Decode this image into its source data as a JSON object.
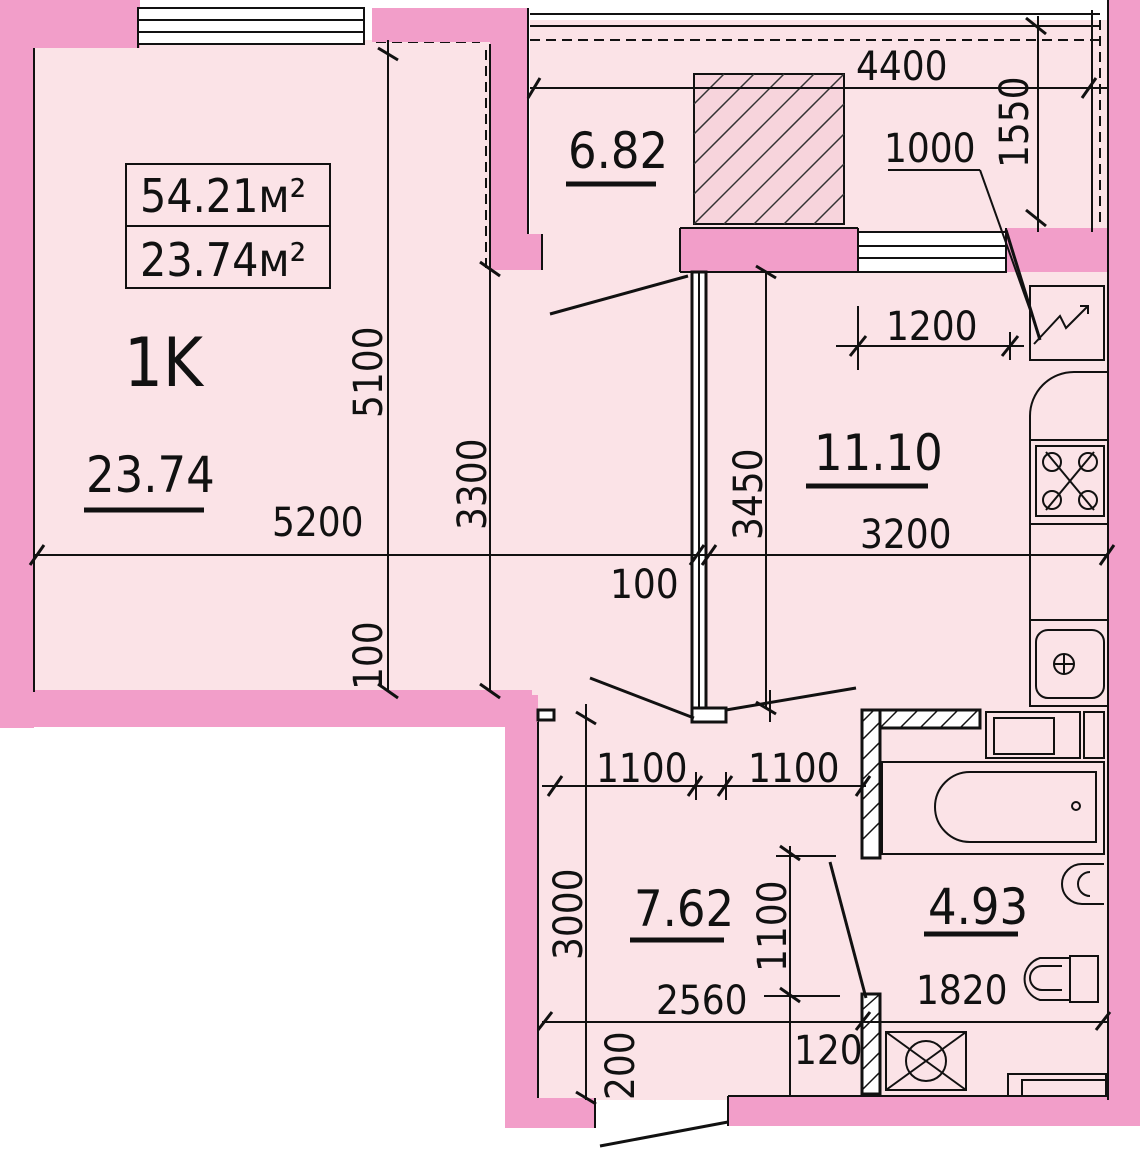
{
  "plan": {
    "apartment_type": "1K",
    "total_area": "54.21м²",
    "living_area": "23.74м²"
  },
  "rooms": {
    "living": "23.74",
    "balcony": "6.82",
    "kitchen": "11.10",
    "hall": "7.62",
    "bathroom": "4.93"
  },
  "dimensions": {
    "d4400": "4400",
    "d1550": "1550",
    "d1000": "1000",
    "d1200": "1200",
    "d5100": "5100",
    "d3300": "3300",
    "d3450": "3450",
    "d5200": "5200",
    "d3200": "3200",
    "d100a": "100",
    "d100b": "100",
    "d1100a": "1100",
    "d1100b": "1100",
    "d3000": "3000",
    "d1100c": "1100",
    "d2560": "2560",
    "d1820": "1820",
    "d120": "120",
    "d200": "200"
  },
  "colors": {
    "wall": "#f29ec9",
    "floor": "#fbe3e7",
    "line": "#111111"
  },
  "icons": [
    "stove-icon",
    "sink-icon",
    "bathtub-icon",
    "toilet-icon",
    "bidet-icon",
    "washing-machine-icon",
    "boiler-icon"
  ]
}
